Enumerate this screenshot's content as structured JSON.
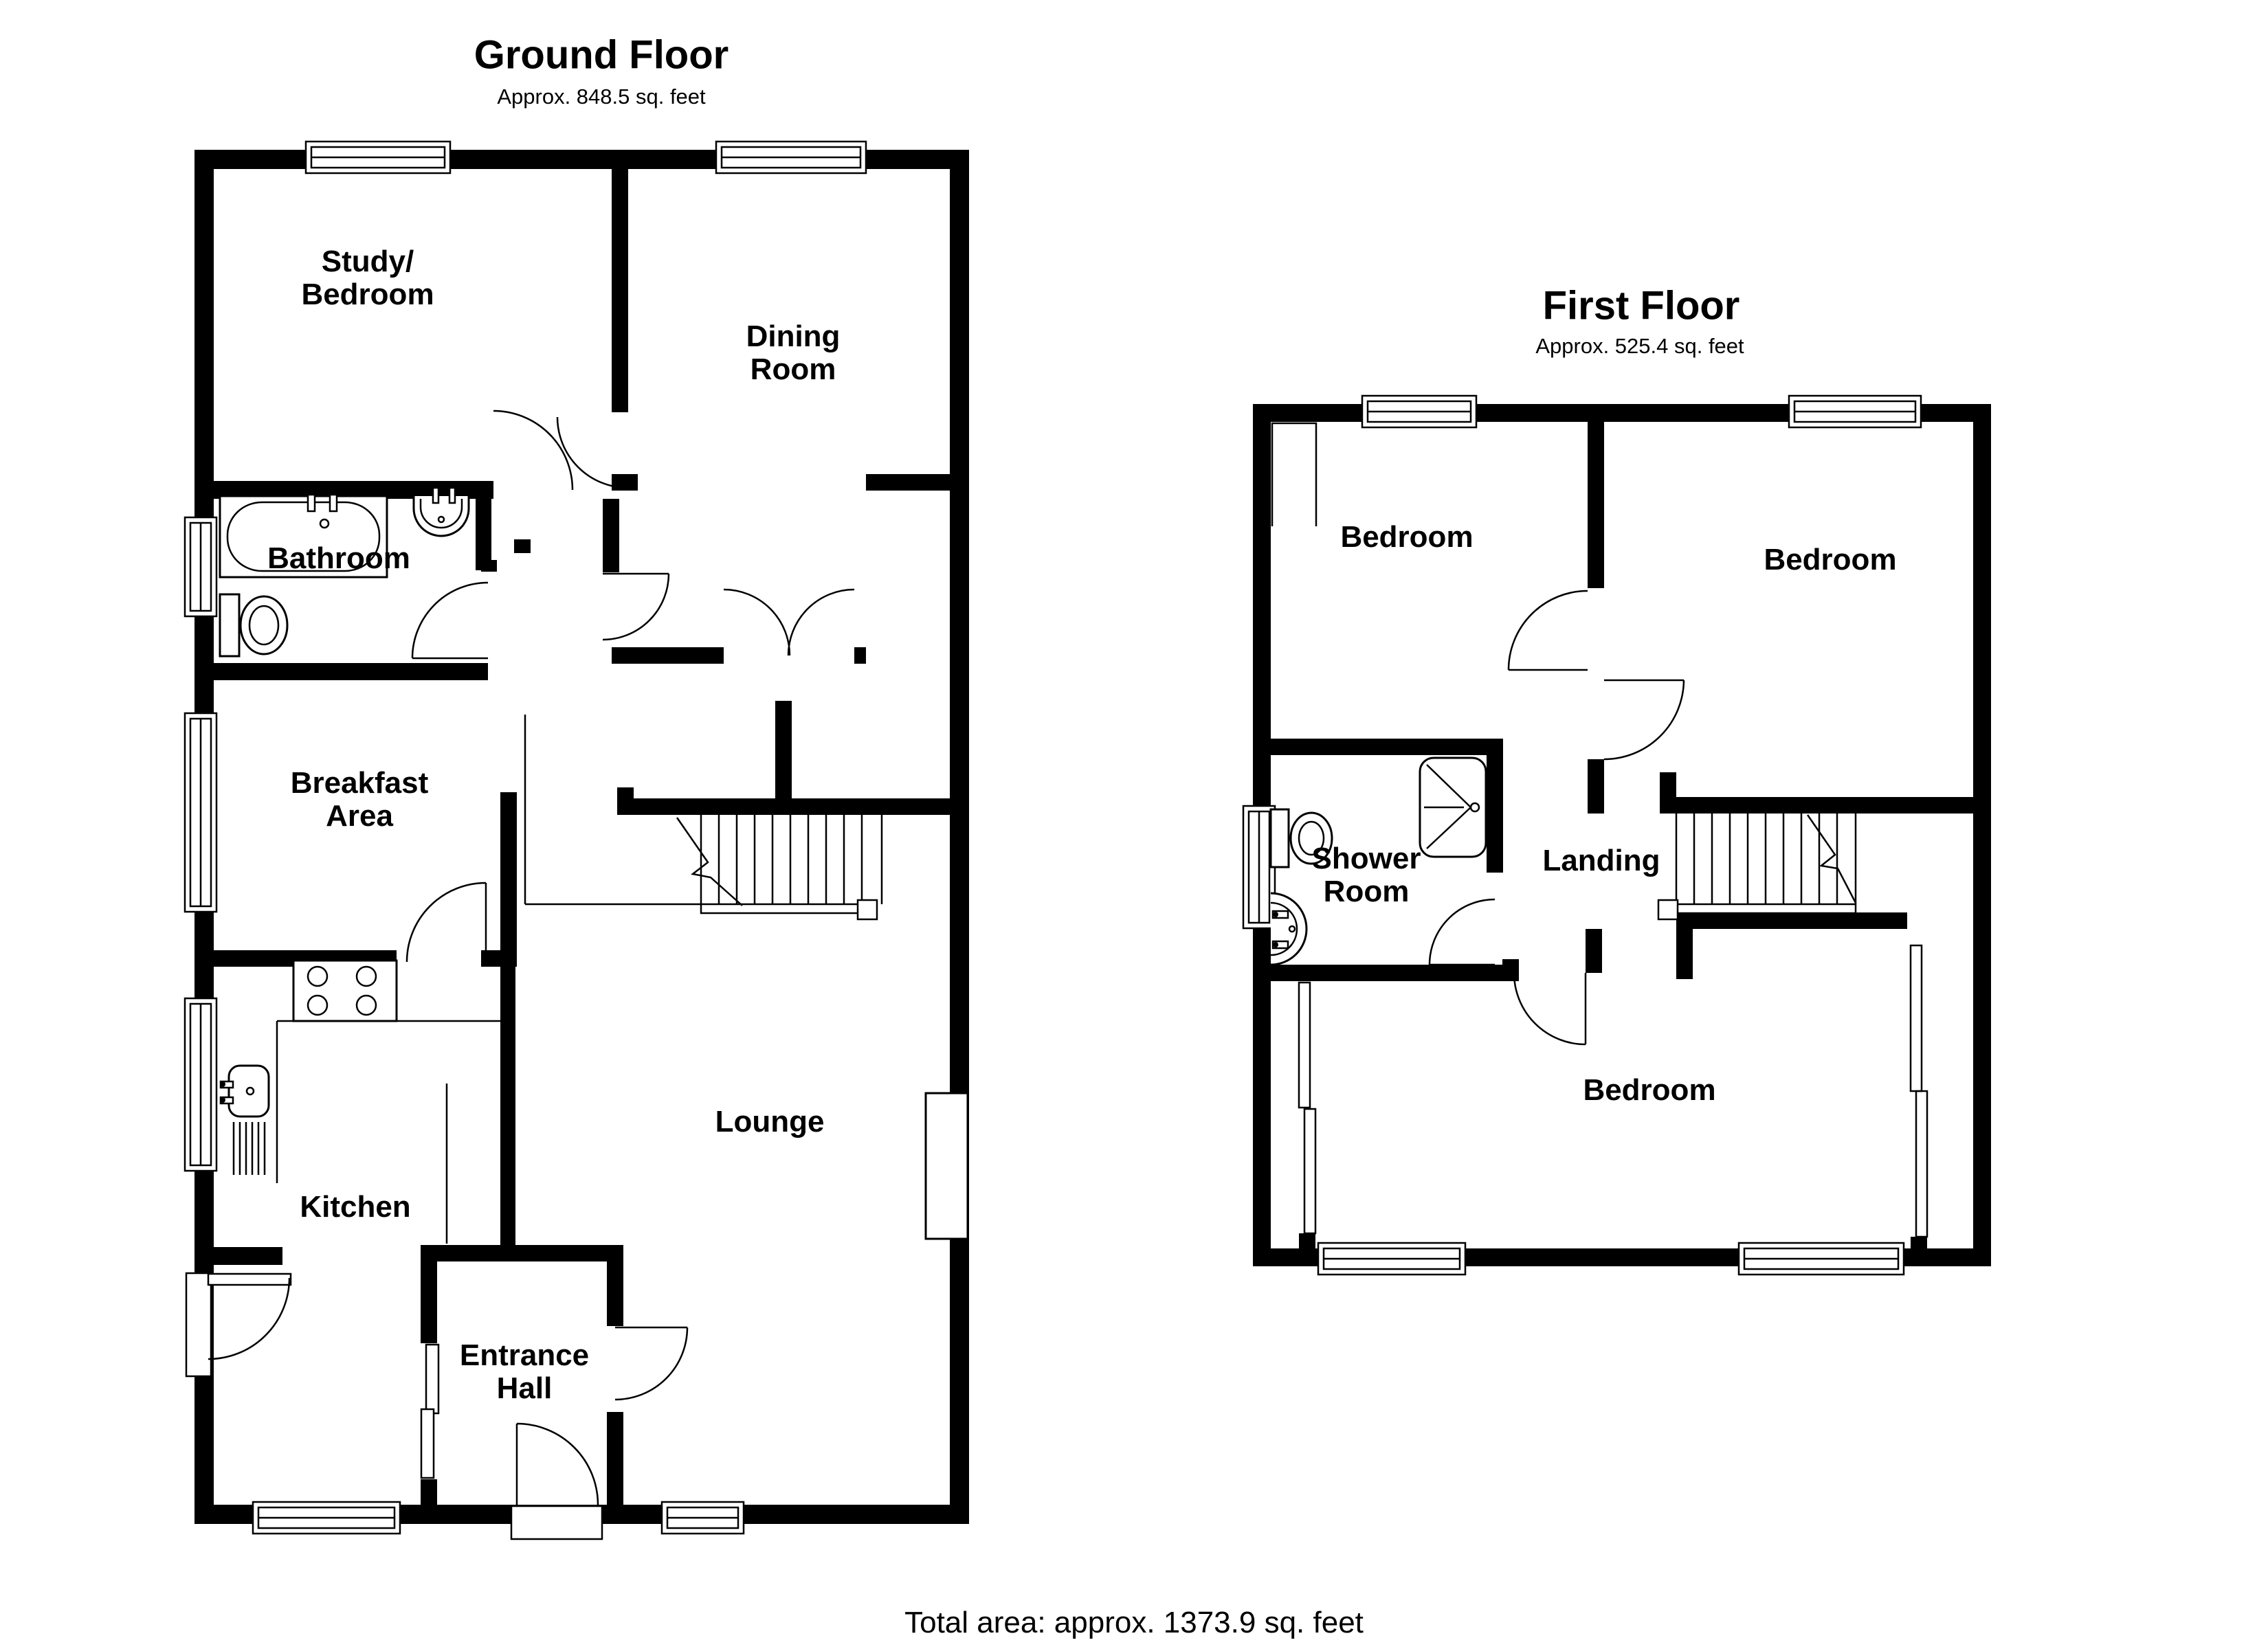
{
  "page": {
    "background": "#ffffff",
    "line_color": "#000000"
  },
  "ground_floor": {
    "title": "Ground Floor",
    "area": "Approx. 848.5 sq. feet",
    "rooms": {
      "study_line1": "Study/",
      "study_line2": "Bedroom",
      "dining_line1": "Dining",
      "dining_line2": "Room",
      "bathroom": "Bathroom",
      "breakfast_line1": "Breakfast",
      "breakfast_line2": "Area",
      "kitchen": "Kitchen",
      "lounge": "Lounge",
      "entrance_line1": "Entrance",
      "entrance_line2": "Hall"
    }
  },
  "first_floor": {
    "title": "First Floor",
    "area": "Approx. 525.4 sq. feet",
    "rooms": {
      "bedroom_top_left": "Bedroom",
      "bedroom_top_right": "Bedroom",
      "shower_line1": "Shower",
      "shower_line2": "Room",
      "landing": "Landing",
      "bedroom_bottom": "Bedroom"
    }
  },
  "footer": {
    "total_area": "Total area: approx. 1373.9 sq. feet"
  }
}
